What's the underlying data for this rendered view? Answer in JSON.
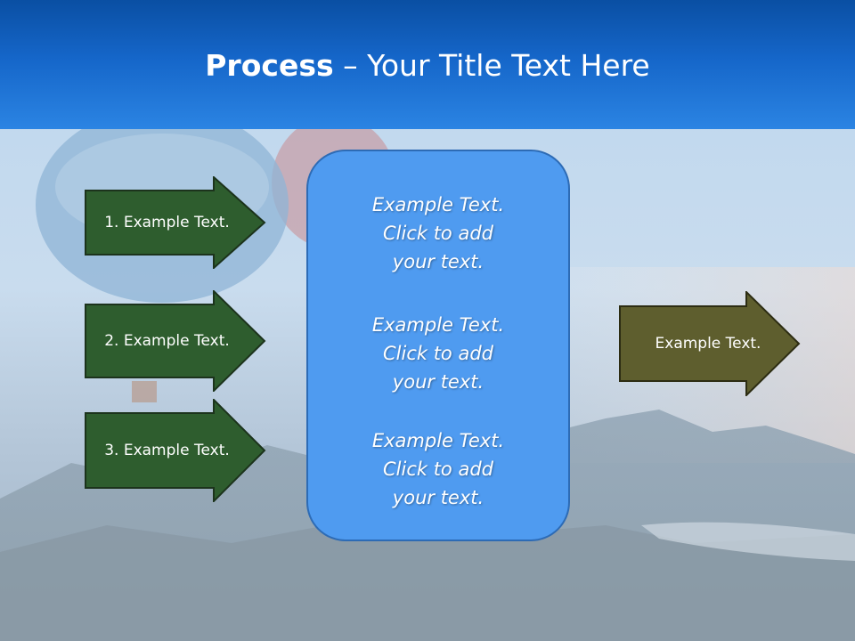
{
  "title": {
    "bold_part": "Process",
    "rest": " – Your Title Text Here"
  },
  "left_arrows": [
    {
      "label": "1. Example Text."
    },
    {
      "label": "2. Example Text."
    },
    {
      "label": "3. Example Text."
    }
  ],
  "center_box": {
    "blocks": [
      "Example Text.\nClick  to add\nyour text.",
      "Example Text.\nClick  to add\nyour text.",
      "Example Text.\nClick  to add\nyour text."
    ]
  },
  "right_arrow": {
    "label": "Example Text."
  },
  "colors": {
    "left_arrow_fill": "#2e5d2e",
    "right_arrow_fill": "#5e5e2e",
    "center_box_fill": "#4f9bf0",
    "title_bar": "#1566c9"
  }
}
